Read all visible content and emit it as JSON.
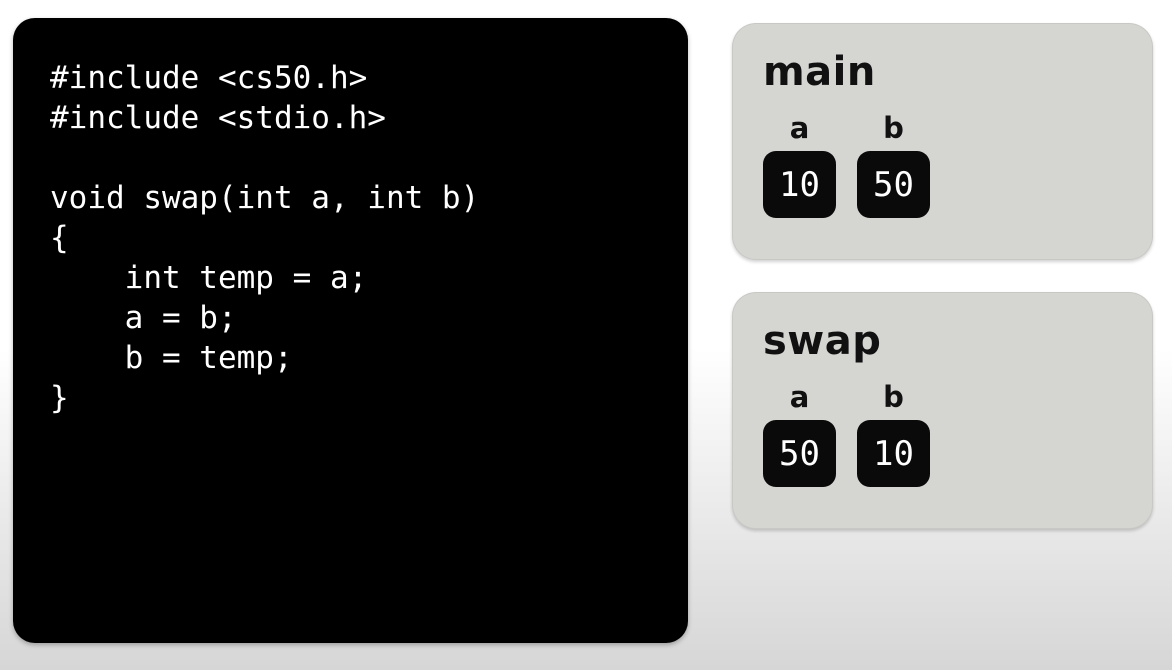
{
  "slide": {
    "code_panel": {
      "lines": [
        "#include <cs50.h>",
        "#include <stdio.h>",
        "",
        "void swap(int a, int b)",
        "{",
        "    int temp = a;",
        "    a = b;",
        "    b = temp;",
        "}"
      ]
    },
    "frames": [
      {
        "title": "main",
        "variables": [
          {
            "name": "a",
            "value": "10"
          },
          {
            "name": "b",
            "value": "50"
          }
        ]
      },
      {
        "title": "swap",
        "variables": [
          {
            "name": "a",
            "value": "50"
          },
          {
            "name": "b",
            "value": "10"
          }
        ]
      }
    ],
    "colors": {
      "code_panel_bg": "#000000",
      "code_text": "#ffffff",
      "frame_bg": "#d5d6d2",
      "value_box_bg": "#0a0a0a",
      "value_text": "#ffffff",
      "label_text": "#111111",
      "page_bg_top": "#ffffff",
      "page_bg_bottom": "#d6d6d6"
    }
  }
}
